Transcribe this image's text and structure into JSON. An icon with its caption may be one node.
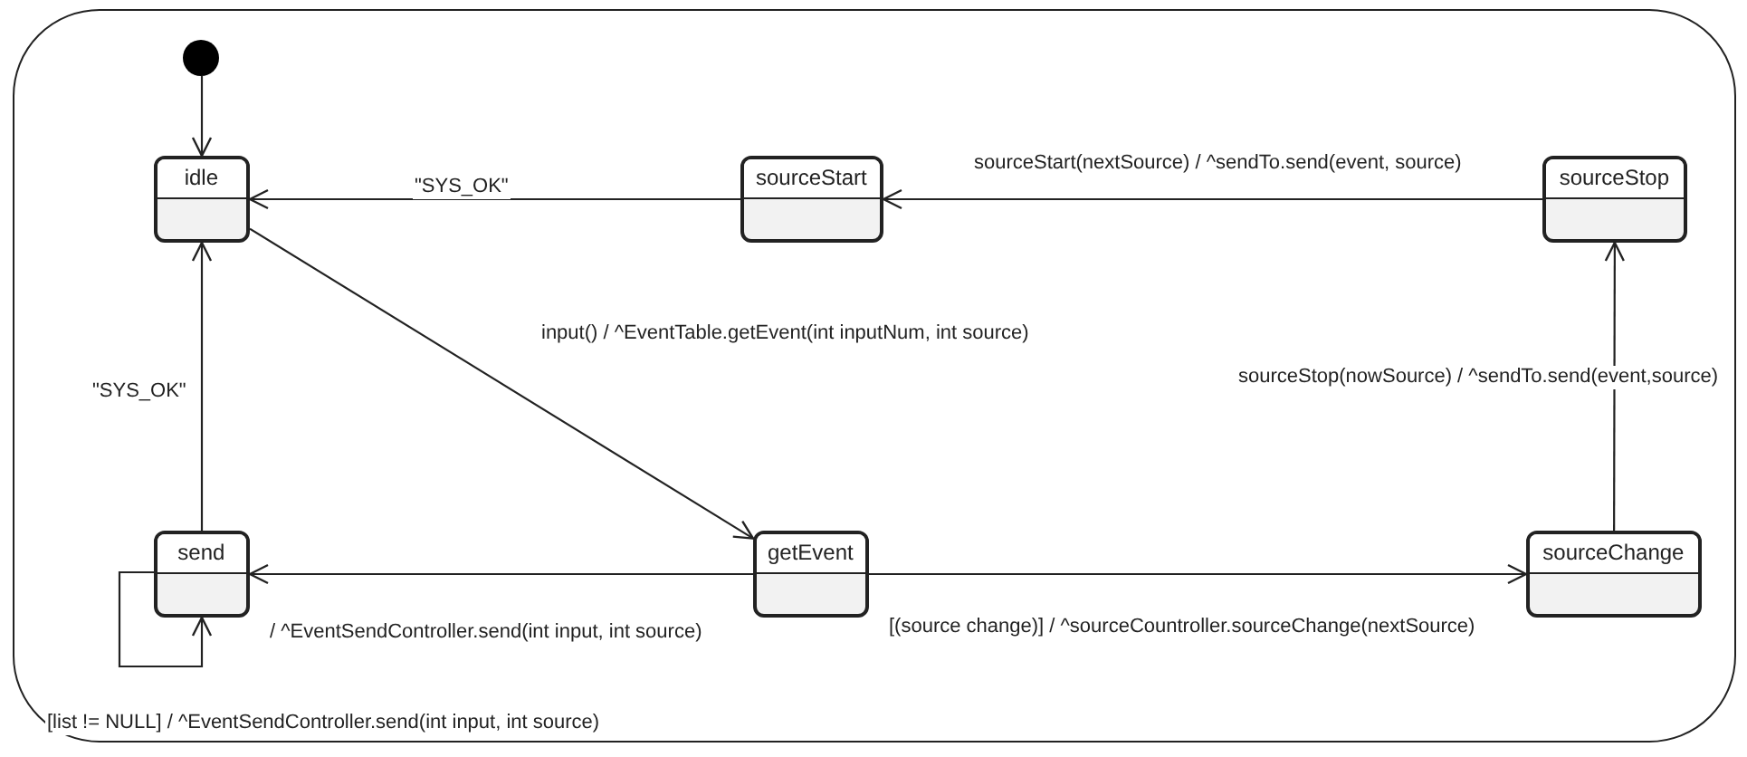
{
  "diagram": {
    "nodes": [
      {
        "text": [],
        "shape": "box"
      },
      {
        "text": [],
        "shape": "circle",
        "in": 0
      },
      {
        "text": [
          "idle"
        ],
        "in": 0
      },
      {
        "text": [
          "sourceStart"
        ],
        "in": 0
      },
      {
        "text": [
          "sourceStop"
        ],
        "in": 0
      },
      {
        "text": [
          "send"
        ],
        "in": 0
      },
      {
        "text": [
          "getEvent"
        ],
        "in": 0
      },
      {
        "text": [
          "sourceChange"
        ],
        "in": 0
      }
    ],
    "edges": [
      {
        "from": 1,
        "to": 2,
        "arrow": "to"
      },
      {
        "from": 3,
        "to": 2,
        "arrow": "to",
        "label": "\"SYS_OK\""
      },
      {
        "from": 4,
        "to": 3,
        "arrow": "to",
        "label": "sourceStart(nextSource) / ^sendTo.send(event, source)"
      },
      {
        "from": 2,
        "to": 6,
        "arrow": "to",
        "label": "input() / ^EventTable.getEvent(int inputNum, int source)"
      },
      {
        "from": 7,
        "to": 4,
        "arrow": "to",
        "label": "sourceStop(nowSource) / ^sendTo.send(event,source)"
      },
      {
        "from": 5,
        "to": 2,
        "arrow": "to",
        "label": "\"SYS_OK\""
      },
      {
        "from": 6,
        "to": 5,
        "arrow": "to",
        "label": "/ ^EventSendController.send(int input, int source)"
      },
      {
        "from": 6,
        "to": 7,
        "arrow": "to",
        "label": "[(source change)] / ^sourceCountroller.sourceChange(nextSource)"
      },
      {
        "from": 5,
        "to": 5,
        "arrow": "to",
        "label": "[list != NULL] / ^EventSendController.send(int input, int source)"
      }
    ]
  }
}
